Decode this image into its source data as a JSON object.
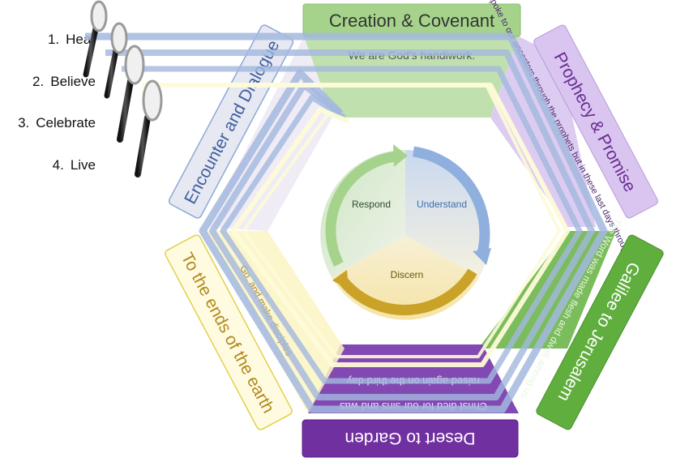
{
  "steps": {
    "items": [
      {
        "num": "1.",
        "label": "Hear"
      },
      {
        "num": "2.",
        "label": "Believe"
      },
      {
        "num": "3.",
        "label": "Celebrate"
      },
      {
        "num": "4.",
        "label": "Live"
      }
    ]
  },
  "segments": {
    "creation": {
      "title": "Creation & Covenant",
      "subtitle": "We are God's handiwork.",
      "color": "#9fcf86"
    },
    "prophecy": {
      "title": "Prophecy & Promise",
      "subtitle": "God spoke to our ancestors through the prophets but in these last days through his Son.",
      "color": "#c4a6e6"
    },
    "galilee": {
      "title": "Galilee to Jerusalem",
      "subtitle": "The Word was made flesh and dwelt among us.",
      "color": "#5fae3e"
    },
    "desert": {
      "title": "Desert to Garden",
      "subtitle_1": "raised again on the third day",
      "subtitle_2": "Christ died for our sins and was",
      "color": "#7030a0"
    },
    "ends": {
      "title": "To the ends of the earth",
      "subtitle": "Go, and make disciples",
      "color": "#f3e98a"
    },
    "encounter": {
      "title": "Encounter and Dialogue",
      "color": "#e9e4f2"
    }
  },
  "cycle": {
    "respond": "Respond",
    "understand": "Understand",
    "discern": "Discern"
  },
  "colors": {
    "band_blue": "#a3b8de",
    "band_cream": "#fdfbd8",
    "arrow_green": "#a6d38c",
    "arrow_blue": "#8fb0de",
    "arrow_gold": "#c9a227"
  }
}
